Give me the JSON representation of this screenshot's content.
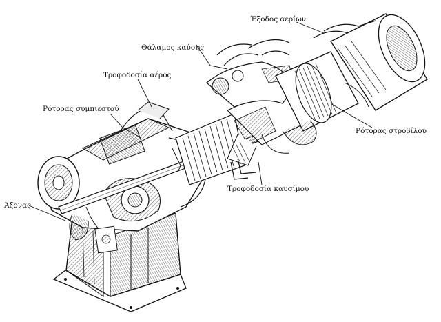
{
  "labels": {
    "exhaust": "Έξοδος αερίων",
    "combustion_chamber": "Θάλαμος καύσης",
    "air_supply": "Τροφοδοσία αέρος",
    "compressor_rotor": "Ρότορας συμπιεστού",
    "turbine_rotor": "Ρότορας στροβίλου",
    "fuel_supply": "Τροφοδοσία καυσίμου",
    "shaft": "Άξονας"
  },
  "colors": {
    "ink": "#111111",
    "paper": "#ffffff",
    "shade": "#cfcfcf"
  }
}
